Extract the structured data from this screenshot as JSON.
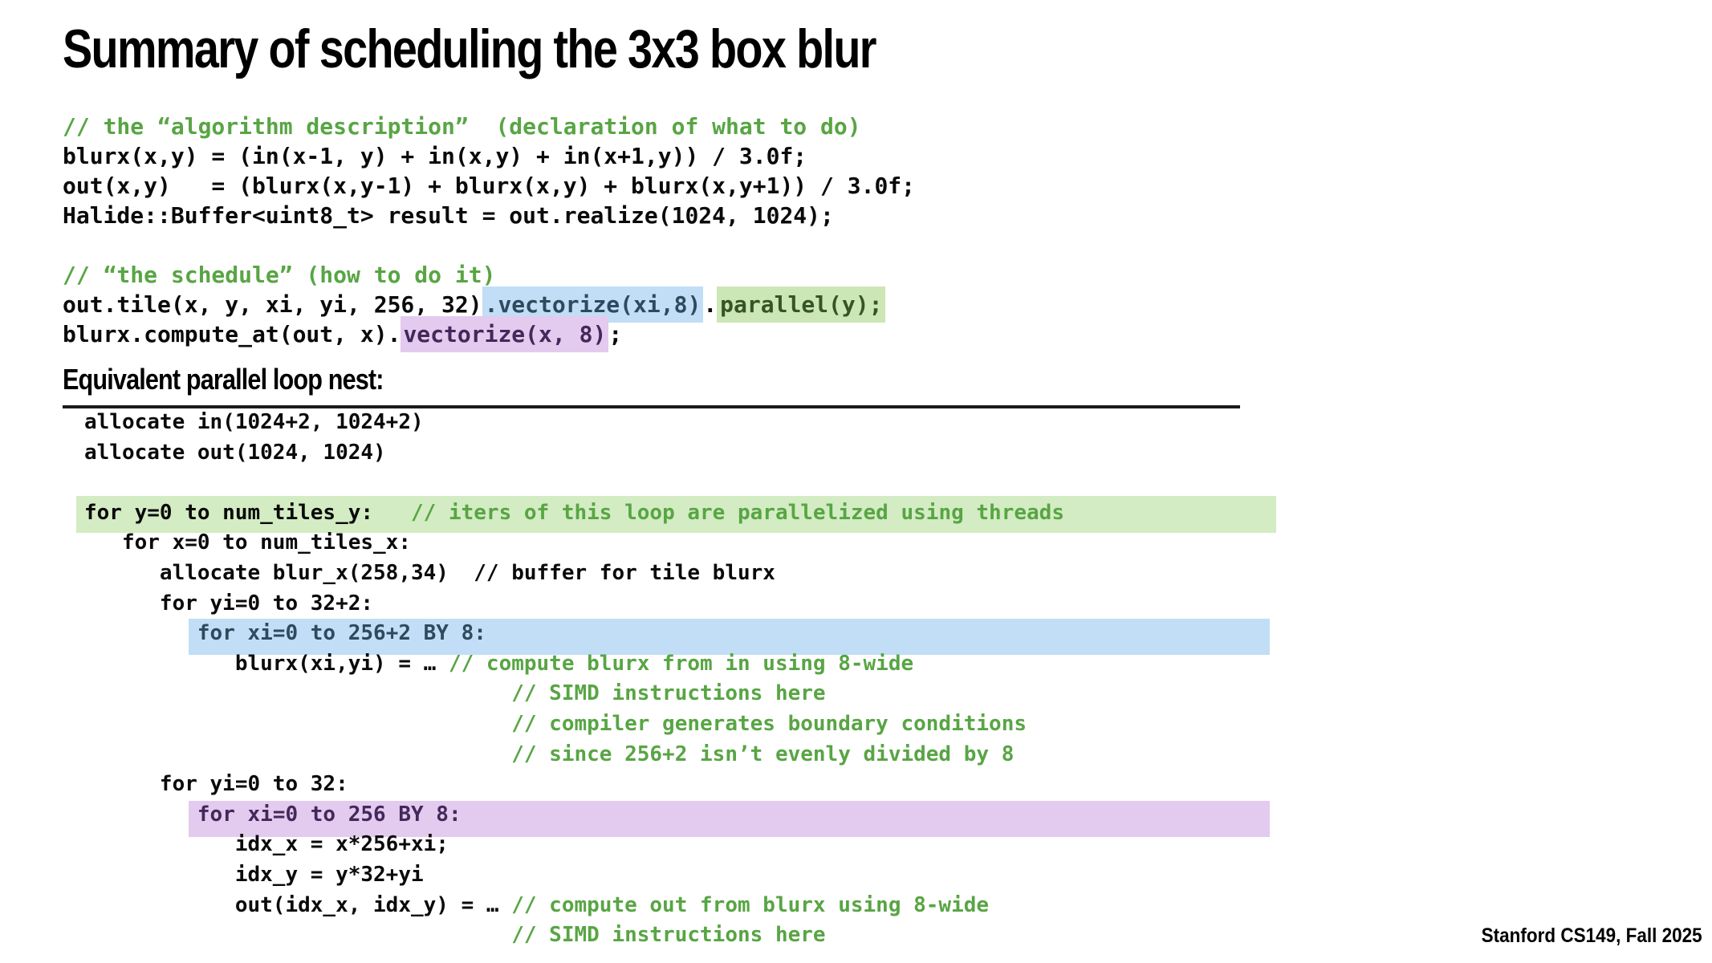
{
  "slide": {
    "title": "Summary of scheduling the 3x3 box blur",
    "section_heading": "Equivalent parallel loop nest:",
    "footer": "Stanford CS149, Fall 2025"
  },
  "colors": {
    "comment_green": "#58a544",
    "navy_text": "#2d4a5e",
    "dark_green_text": "#365426",
    "dark_purple_text": "#44285a",
    "hl_blue": "#c1def6",
    "hl_green_inline": "#cde6b5",
    "hl_green_bar": "#d3ecc3",
    "hl_purple": "#e3caef"
  },
  "algorithm_block": {
    "comment": "// the “algorithm description”  (declaration of what to do)",
    "line1": "blurx(x,y) = (in(x-1, y) + in(x,y) + in(x+1,y)) / 3.0f;",
    "line2": "out(x,y)   = (blurx(x,y-1) + blurx(x,y) + blurx(x,y+1)) / 3.0f;",
    "line3": "Halide::Buffer<uint8_t> result = out.realize(1024, 1024);"
  },
  "schedule_block": {
    "comment": "// “the schedule” (how to do it)",
    "tile_line": {
      "prefix": "out.tile(x, y, xi, yi, 256, 32)",
      "vectorize_hl": ".vectorize(xi,8)",
      "dot": ".",
      "parallel_hl": "parallel(y);"
    },
    "compute_at_line": {
      "prefix": "blurx.compute_at(out, x).",
      "vectorize_hl": "vectorize(x, 8)",
      "suffix": ";"
    }
  },
  "loop_nest": {
    "lines": [
      {
        "highlight": "",
        "segments": [
          {
            "text": "allocate in(1024+2, 1024+2)",
            "color": ""
          }
        ]
      },
      {
        "highlight": "",
        "segments": [
          {
            "text": "allocate out(1024, 1024)",
            "color": ""
          }
        ]
      },
      {
        "highlight": "",
        "segments": [
          {
            "text": " ",
            "color": ""
          }
        ]
      },
      {
        "highlight": "green",
        "segments": [
          {
            "text": "for y=0 to num_tiles_y:   ",
            "color": ""
          },
          {
            "text": "// iters of this loop are parallelized using threads",
            "color": "green"
          }
        ]
      },
      {
        "highlight": "",
        "segments": [
          {
            "text": "   for x=0 to num_tiles_x:",
            "color": ""
          }
        ]
      },
      {
        "highlight": "",
        "segments": [
          {
            "text": "      allocate blur_x(258,34)  // buffer for tile blurx",
            "color": ""
          }
        ]
      },
      {
        "highlight": "",
        "segments": [
          {
            "text": "      for yi=0 to 32+2:",
            "color": ""
          }
        ]
      },
      {
        "highlight": "blue",
        "segments": [
          {
            "text": "         ",
            "color": ""
          },
          {
            "text": "for xi=0 to 256+2 BY 8:",
            "color": "navy"
          }
        ]
      },
      {
        "highlight": "",
        "segments": [
          {
            "text": "            blurx(xi,yi) = … ",
            "color": ""
          },
          {
            "text": "// compute blurx from in using 8-wide",
            "color": "green"
          }
        ]
      },
      {
        "highlight": "",
        "segments": [
          {
            "text": "                                  ",
            "color": ""
          },
          {
            "text": "// SIMD instructions here",
            "color": "green"
          }
        ]
      },
      {
        "highlight": "",
        "segments": [
          {
            "text": "                                  ",
            "color": ""
          },
          {
            "text": "// compiler generates boundary conditions",
            "color": "green"
          }
        ]
      },
      {
        "highlight": "",
        "segments": [
          {
            "text": "                                  ",
            "color": ""
          },
          {
            "text": "// since 256+2 isn’t evenly divided by 8",
            "color": "green"
          }
        ]
      },
      {
        "highlight": "",
        "segments": [
          {
            "text": "      for yi=0 to 32:",
            "color": ""
          }
        ]
      },
      {
        "highlight": "purple",
        "segments": [
          {
            "text": "         ",
            "color": ""
          },
          {
            "text": "for xi=0 to 256 BY 8:",
            "color": "purple"
          }
        ]
      },
      {
        "highlight": "",
        "segments": [
          {
            "text": "            idx_x = x*256+xi;",
            "color": ""
          }
        ]
      },
      {
        "highlight": "",
        "segments": [
          {
            "text": "            idx_y = y*32+yi",
            "color": ""
          }
        ]
      },
      {
        "highlight": "",
        "segments": [
          {
            "text": "            out(idx_x, idx_y) = … ",
            "color": ""
          },
          {
            "text": "// compute out from blurx using 8-wide",
            "color": "green"
          }
        ]
      },
      {
        "highlight": "",
        "segments": [
          {
            "text": "                                  ",
            "color": ""
          },
          {
            "text": "// SIMD instructions here",
            "color": "green"
          }
        ]
      }
    ]
  }
}
